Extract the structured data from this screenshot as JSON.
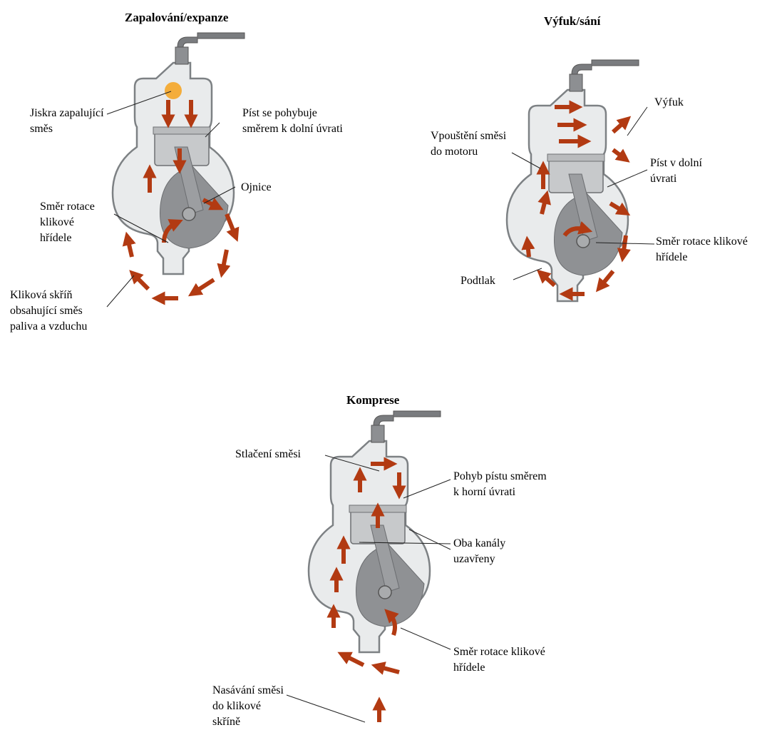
{
  "colors": {
    "arrow": "#b23a12",
    "casing_fill": "#e9ebec",
    "casing_stroke": "#7d8184",
    "metal": "#9a9c9e",
    "dark_metal": "#6e7073"
  },
  "panels": {
    "ignition": {
      "title": "Zapalování/expanze",
      "labels": {
        "spark": [
          "Jiskra zapalující",
          "směs"
        ],
        "piston": [
          "Píst se pohybuje",
          "směrem k dolní úvrati"
        ],
        "rod": [
          "Ojnice"
        ],
        "rotation": [
          "Směr rotace",
          "klikové",
          "hřídele"
        ],
        "crankcase": [
          "Kliková skříň",
          "obsahující směs",
          "paliva a vzduchu"
        ]
      }
    },
    "exhaust": {
      "title": "Výfuk/sání",
      "labels": {
        "exhaust": [
          "Výfuk"
        ],
        "intake": [
          "Vpouštění směsi",
          "do motoru"
        ],
        "piston": [
          "Píst v dolní",
          "úvrati"
        ],
        "rotation": [
          "Směr rotace klikové",
          "hřídele"
        ],
        "vacuum": [
          "Podtlak"
        ]
      }
    },
    "compression": {
      "title": "Komprese",
      "labels": {
        "compress": [
          "Stlačení směsi"
        ],
        "piston": [
          "Pohyb pístu směrem",
          "k horní úvrati"
        ],
        "ports": [
          "Oba kanály",
          "uzavřeny"
        ],
        "rotation": [
          "Směr rotace klikové",
          "hřídele"
        ],
        "suction": [
          "Nasávání směsi",
          "do klikové",
          "skříně"
        ]
      }
    }
  }
}
